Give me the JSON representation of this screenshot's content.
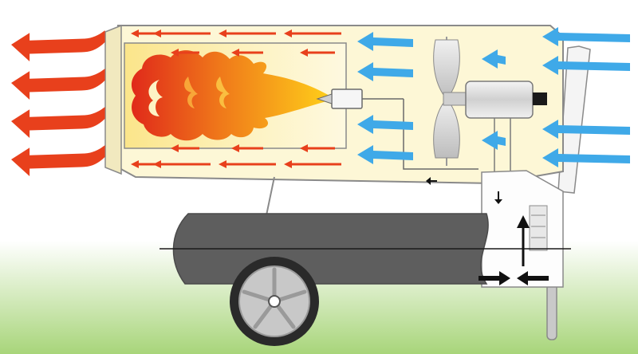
{
  "diagram": {
    "labels": [],
    "colors": {
      "background_top": "#ffffff",
      "background_bottom": "#a8d57a",
      "hot_air": "#e8401c",
      "cold_air": "#3fa9e8",
      "housing_fill": "#fdf7d6",
      "housing_stroke": "#8a8a8a",
      "tank": "#5e5e5e",
      "flame_outer": "#e02a1a",
      "flame_inner": "#ffd21a",
      "fan_blade": "#d8d8d8",
      "motor": "#e4e4e4",
      "wheel_tire": "#2a2a2a",
      "wheel_hub": "#c8c8c8",
      "flow_arrow": "#111111"
    },
    "components": [
      {
        "id": "combustion-chamber",
        "icon": "flame-icon"
      },
      {
        "id": "fuel-nozzle",
        "icon": "nozzle-icon"
      },
      {
        "id": "fan",
        "icon": "fan-icon"
      },
      {
        "id": "motor",
        "icon": "motor-icon"
      },
      {
        "id": "fuel-tank",
        "icon": "tank-icon"
      },
      {
        "id": "fuel-pump",
        "icon": "pump-icon"
      },
      {
        "id": "wheel",
        "icon": "wheel-icon"
      },
      {
        "id": "support-leg",
        "icon": "leg-icon"
      }
    ],
    "airflow": {
      "hot_outlet_arrows": 4,
      "cold_inlet_arrows": 4,
      "internal_cold_arrows": 4
    }
  }
}
